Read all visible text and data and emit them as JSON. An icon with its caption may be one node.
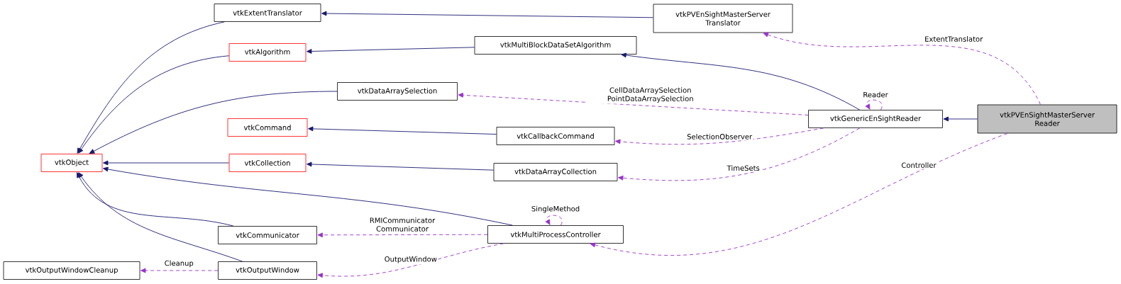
{
  "diagram": {
    "nodes": [
      {
        "text": [
          "vtkObject"
        ]
      },
      {
        "text": [
          "vtkExtentTranslator"
        ]
      },
      {
        "text": [
          "vtkAlgorithm"
        ]
      },
      {
        "text": [
          "vtkDataArraySelection"
        ]
      },
      {
        "text": [
          "vtkCommand"
        ]
      },
      {
        "text": [
          "vtkCollection"
        ]
      },
      {
        "text": [
          "vtkCommunicator"
        ]
      },
      {
        "text": [
          "vtkOutputWindowCleanup"
        ]
      },
      {
        "text": [
          "vtkOutputWindow"
        ]
      },
      {
        "text": [
          "vtkPVEnSightMasterServer Translator"
        ]
      },
      {
        "text": [
          "vtkMultiBlockDataSetAlgorithm"
        ]
      },
      {
        "text": [
          "vtkCallbackCommand"
        ]
      },
      {
        "text": [
          "vtkDataArrayCollection"
        ]
      },
      {
        "text": [
          "vtkMultiProcessController"
        ]
      },
      {
        "text": [
          "vtkGenericEnSightReader"
        ]
      },
      {
        "text": [
          "vtkPVEnSightMasterServer Reader"
        ]
      }
    ],
    "edges": [
      {
        "from": 1,
        "to": 0,
        "arrow": "to"
      },
      {
        "from": 2,
        "to": 0,
        "arrow": "to"
      },
      {
        "from": 3,
        "to": 0,
        "arrow": "to"
      },
      {
        "from": 5,
        "to": 0,
        "arrow": "to"
      },
      {
        "from": 13,
        "to": 0,
        "arrow": "to"
      },
      {
        "from": 6,
        "to": 0,
        "arrow": "to"
      },
      {
        "from": 8,
        "to": 0,
        "arrow": "to"
      },
      {
        "from": 9,
        "to": 1,
        "arrow": "to"
      },
      {
        "from": 10,
        "to": 2,
        "arrow": "to"
      },
      {
        "from": 11,
        "to": 4,
        "arrow": "to"
      },
      {
        "from": 12,
        "to": 5,
        "arrow": "to"
      },
      {
        "from": 14,
        "to": 10,
        "arrow": "to"
      },
      {
        "from": 15,
        "to": 14,
        "arrow": "to"
      },
      {
        "from": 15,
        "to": 9,
        "arrow": "to",
        "label": "ExtentTranslator",
        "style": "dashed",
        "color": "#9a32cd"
      },
      {
        "from": 14,
        "to": 3,
        "arrow": "to",
        "label": "CellDataArraySelection PointDataArraySelection",
        "style": "dashed",
        "color": "#9a32cd"
      },
      {
        "from": 14,
        "to": 14,
        "arrow": "to",
        "label": "Reader",
        "style": "dashed",
        "color": "#9a32cd"
      },
      {
        "from": 14,
        "to": 11,
        "arrow": "to",
        "label": "SelectionObserver",
        "style": "dashed",
        "color": "#9a32cd"
      },
      {
        "from": 14,
        "to": 12,
        "arrow": "to",
        "label": "TimeSets",
        "style": "dashed",
        "color": "#9a32cd"
      },
      {
        "from": 15,
        "to": 13,
        "arrow": "to",
        "label": "Controller",
        "style": "dashed",
        "color": "#9a32cd"
      },
      {
        "from": 13,
        "to": 13,
        "arrow": "to",
        "label": "SingleMethod",
        "style": "dashed",
        "color": "#9a32cd"
      },
      {
        "from": 13,
        "to": 6,
        "arrow": "to",
        "label": "RMICommunicator Communicator",
        "style": "dashed",
        "color": "#9a32cd"
      },
      {
        "from": 13,
        "to": 8,
        "arrow": "to",
        "label": "OutputWindow",
        "style": "dashed",
        "color": "#9a32cd"
      },
      {
        "from": 8,
        "to": 7,
        "arrow": "to",
        "label": "Cleanup",
        "style": "dashed",
        "color": "#9a32cd"
      }
    ]
  }
}
